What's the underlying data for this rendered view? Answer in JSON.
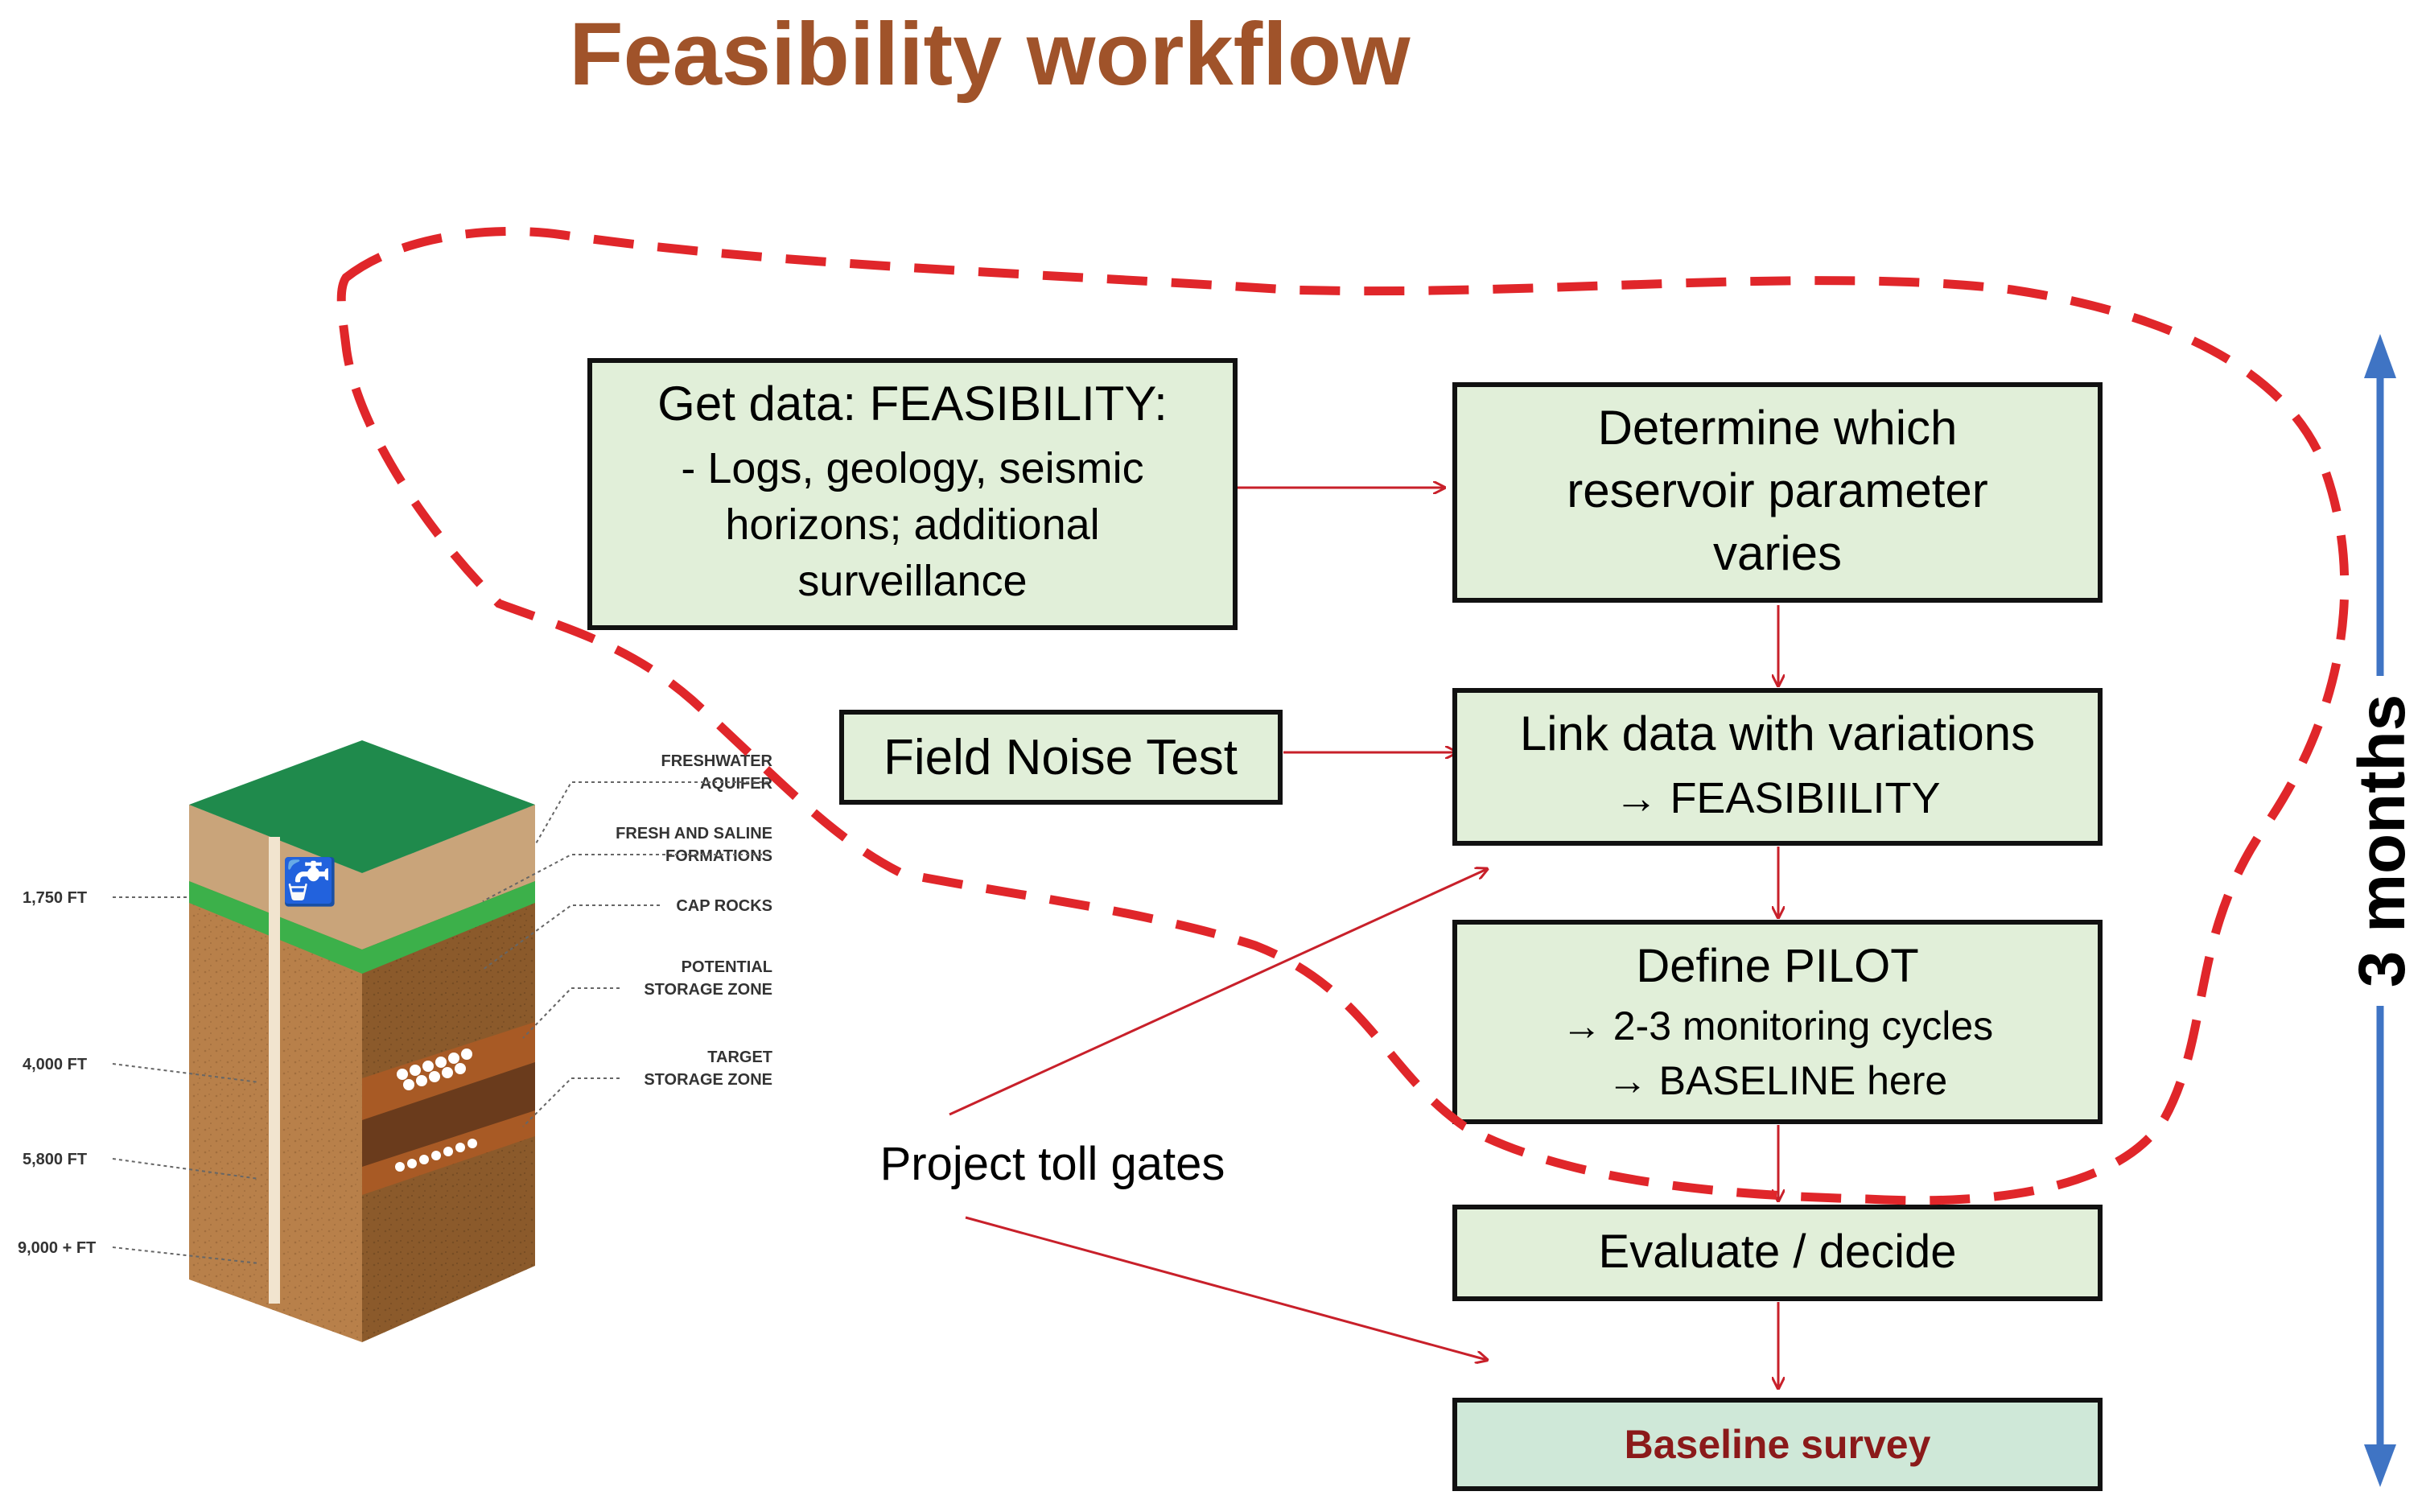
{
  "title": "Feasibility workflow",
  "colors": {
    "title": "#a0532a",
    "box_fill": "#e1efd9",
    "baseline_fill": "#cfe8d8",
    "arrow": "#c8202a",
    "dashed_outline": "#e0262a",
    "timeline": "#3f74c4",
    "baseline_text": "#8b1a1a",
    "grass": "#1f8a4c"
  },
  "boxes": {
    "get_data": {
      "title": "Get data: FEASIBILITY:",
      "lines": [
        "- Logs, geology, seismic",
        "horizons; additional",
        "surveillance"
      ]
    },
    "determine": {
      "lines": [
        "Determine which",
        "reservoir parameter",
        "varies"
      ]
    },
    "field_noise": {
      "label": "Field Noise Test"
    },
    "link": {
      "lines": [
        "Link data with variations",
        "→ FEASIBIILITY"
      ]
    },
    "pilot": {
      "lines": [
        "Define PILOT",
        "→  2-3 monitoring cycles",
        "→  BASELINE here"
      ]
    },
    "evaluate": {
      "label": "Evaluate / decide"
    },
    "baseline": {
      "label": "Baseline survey"
    }
  },
  "toll_gates_label": "Project toll gates",
  "timeline_label": "3 months",
  "geology": {
    "depths": [
      "1,750 FT",
      "4,000 FT",
      "5,800 FT",
      "9,000 + FT"
    ],
    "layers": [
      [
        "FRESHWATER",
        "AQUIFER"
      ],
      [
        "FRESH AND SALINE",
        "FORMATIONS"
      ],
      [
        "CAP ROCKS"
      ],
      [
        "POTENTIAL",
        "STORAGE ZONE"
      ],
      [
        "TARGET",
        "STORAGE ZONE"
      ]
    ]
  }
}
